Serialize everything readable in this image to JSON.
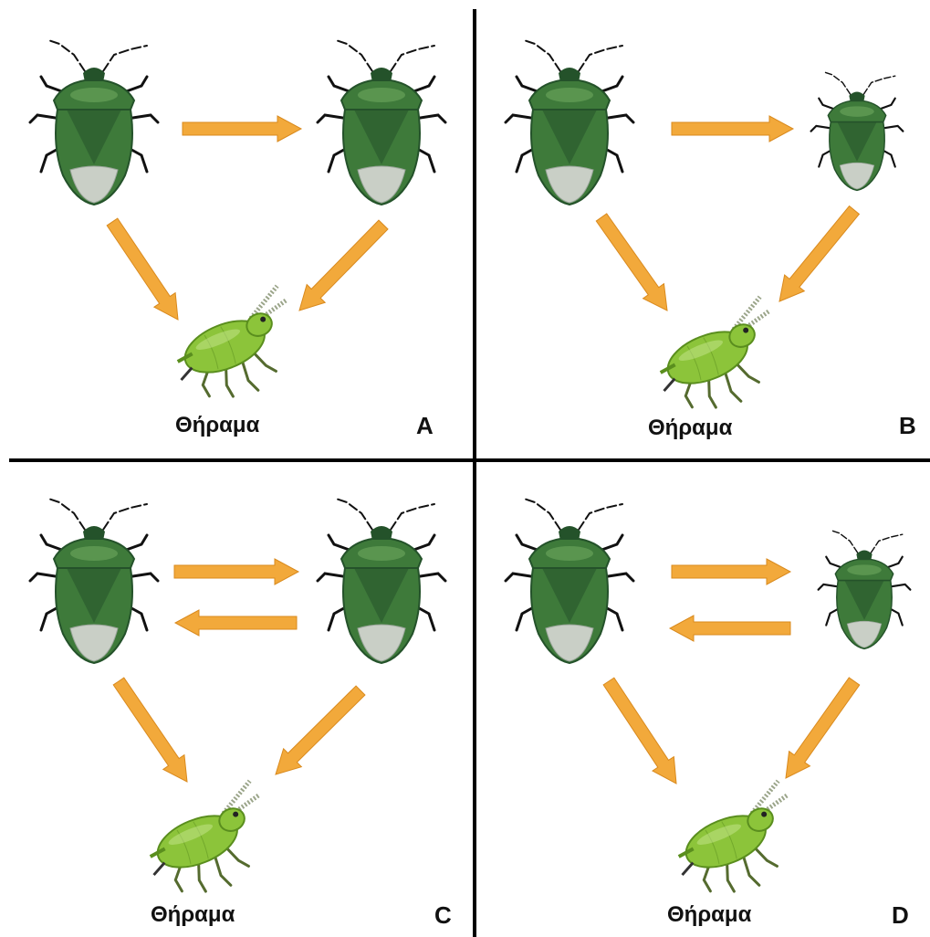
{
  "colors": {
    "arrow": "#F2A93B",
    "arrow_edge": "#D98A1E",
    "bug_body": "#3E7A3A",
    "bug_dark": "#24522A",
    "bug_light": "#7DB56A",
    "prey_body": "#8CC43A",
    "prey_dark": "#5A8E1E",
    "divider": "#000000"
  },
  "panels": [
    {
      "id": "A",
      "prey_label": "Θήραμα",
      "letter": "A",
      "relation": "one-way",
      "second_predator": "large"
    },
    {
      "id": "B",
      "prey_label": "Θήραμα",
      "letter": "B",
      "relation": "one-way",
      "second_predator": "small"
    },
    {
      "id": "C",
      "prey_label": "Θήραμα",
      "letter": "C",
      "relation": "two-way",
      "second_predator": "large"
    },
    {
      "id": "D",
      "prey_label": "Θήραμα",
      "letter": "D",
      "relation": "two-way",
      "second_predator": "small"
    }
  ]
}
